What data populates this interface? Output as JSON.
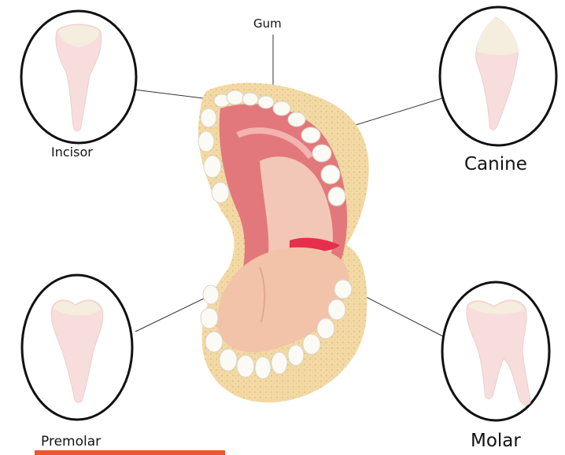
{
  "labels": {
    "gum": "Gum",
    "incisor": "Incisor",
    "canine": "Canine",
    "premolar": "Premolar",
    "molar": "Molar"
  },
  "colors": {
    "gum_tissue": "#f3d9a4",
    "mouth_interior": "#e2787b",
    "tongue": "#f2c3a8",
    "tooth": "#fbfaf5",
    "underline_accent": "#f2542d"
  }
}
